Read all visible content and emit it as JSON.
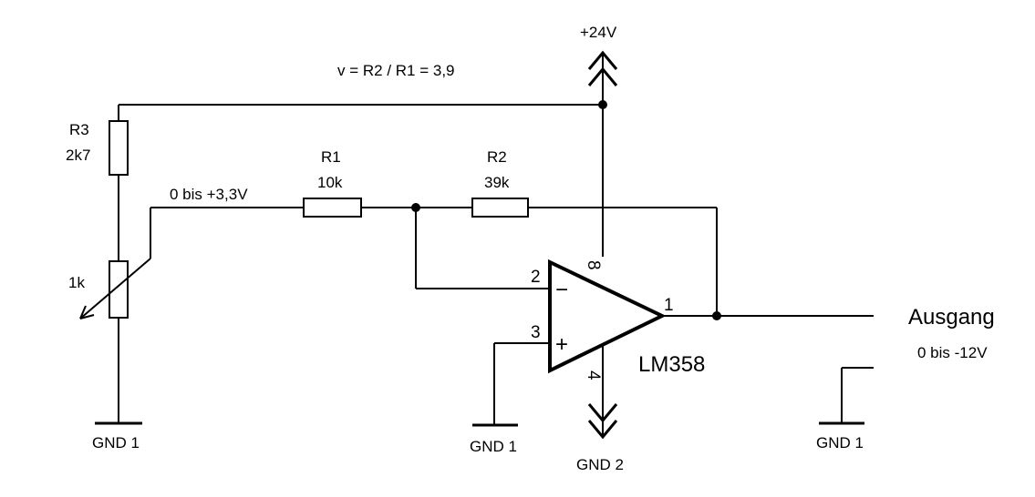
{
  "supply": {
    "vplus": "+24V",
    "gnd2": "GND 2"
  },
  "gain_formula": "v = R2 / R1 = 3,9",
  "components": {
    "r3": {
      "name": "R3",
      "value": "2k7"
    },
    "pot": {
      "value": "1k"
    },
    "r1": {
      "name": "R1",
      "value": "10k"
    },
    "r2": {
      "name": "R2",
      "value": "39k"
    },
    "opamp": {
      "part": "LM358",
      "pin_out": "1",
      "pin_inv": "2",
      "pin_noninv": "3",
      "pin_vneg": "4",
      "pin_vpos": "8",
      "minus": "−",
      "plus": "+"
    }
  },
  "signals": {
    "input_range": "0 bis +3,3V",
    "output_name": "Ausgang",
    "output_range": "0 bis -12V"
  },
  "grounds": {
    "left": "GND 1",
    "middle": "GND 1",
    "right": "GND 1"
  }
}
